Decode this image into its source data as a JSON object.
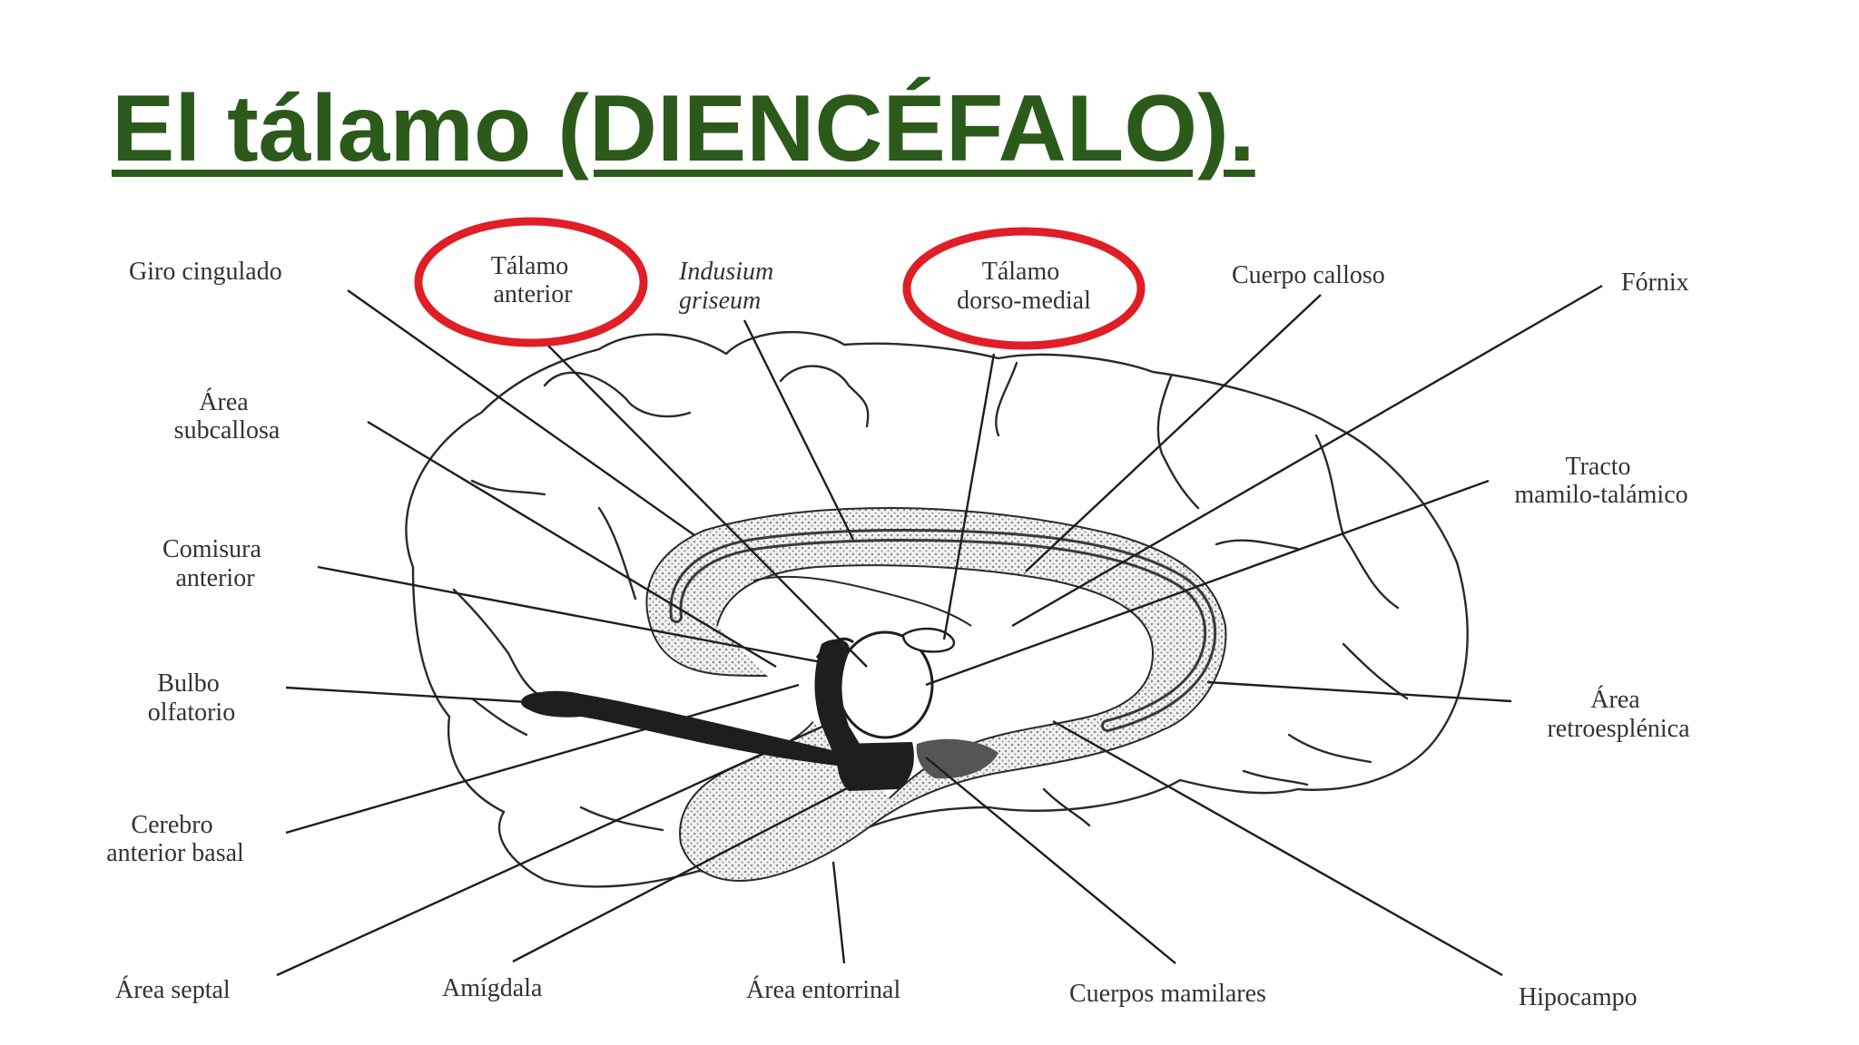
{
  "title": "El tálamo (DIENCÉFALO).",
  "colors": {
    "title": "#2b5a1a",
    "highlight_circle": "#e01e25",
    "ink": "#2a2a2a"
  },
  "labels": {
    "giro_cingulado": "Giro cingulado",
    "talamo_anterior": [
      "Tálamo",
      "anterior"
    ],
    "indusium_griseum": [
      "Indusium",
      "griseum"
    ],
    "talamo_dorso_medial": [
      "Tálamo",
      "dorso-medial"
    ],
    "cuerpo_calloso": "Cuerpo calloso",
    "fornix": "Fórnix",
    "area_subcallosa": [
      "Área",
      "subcallosa"
    ],
    "tracto_mamilo_talamico": [
      "Tracto",
      "mamilo-talámico"
    ],
    "comisura_anterior": [
      "Comisura",
      "anterior"
    ],
    "bulbo_olfatorio": [
      "Bulbo",
      "olfatorio"
    ],
    "area_retroesplenica": [
      "Área",
      "retroesplénica"
    ],
    "cerebro_anterior_basal": [
      "Cerebro",
      "anterior basal"
    ],
    "area_septal": "Área septal",
    "amigdala": "Amígdala",
    "area_entorrinal": "Área entorrinal",
    "cuerpos_mamilares": "Cuerpos mamilares",
    "hipocampo": "Hipocampo"
  }
}
